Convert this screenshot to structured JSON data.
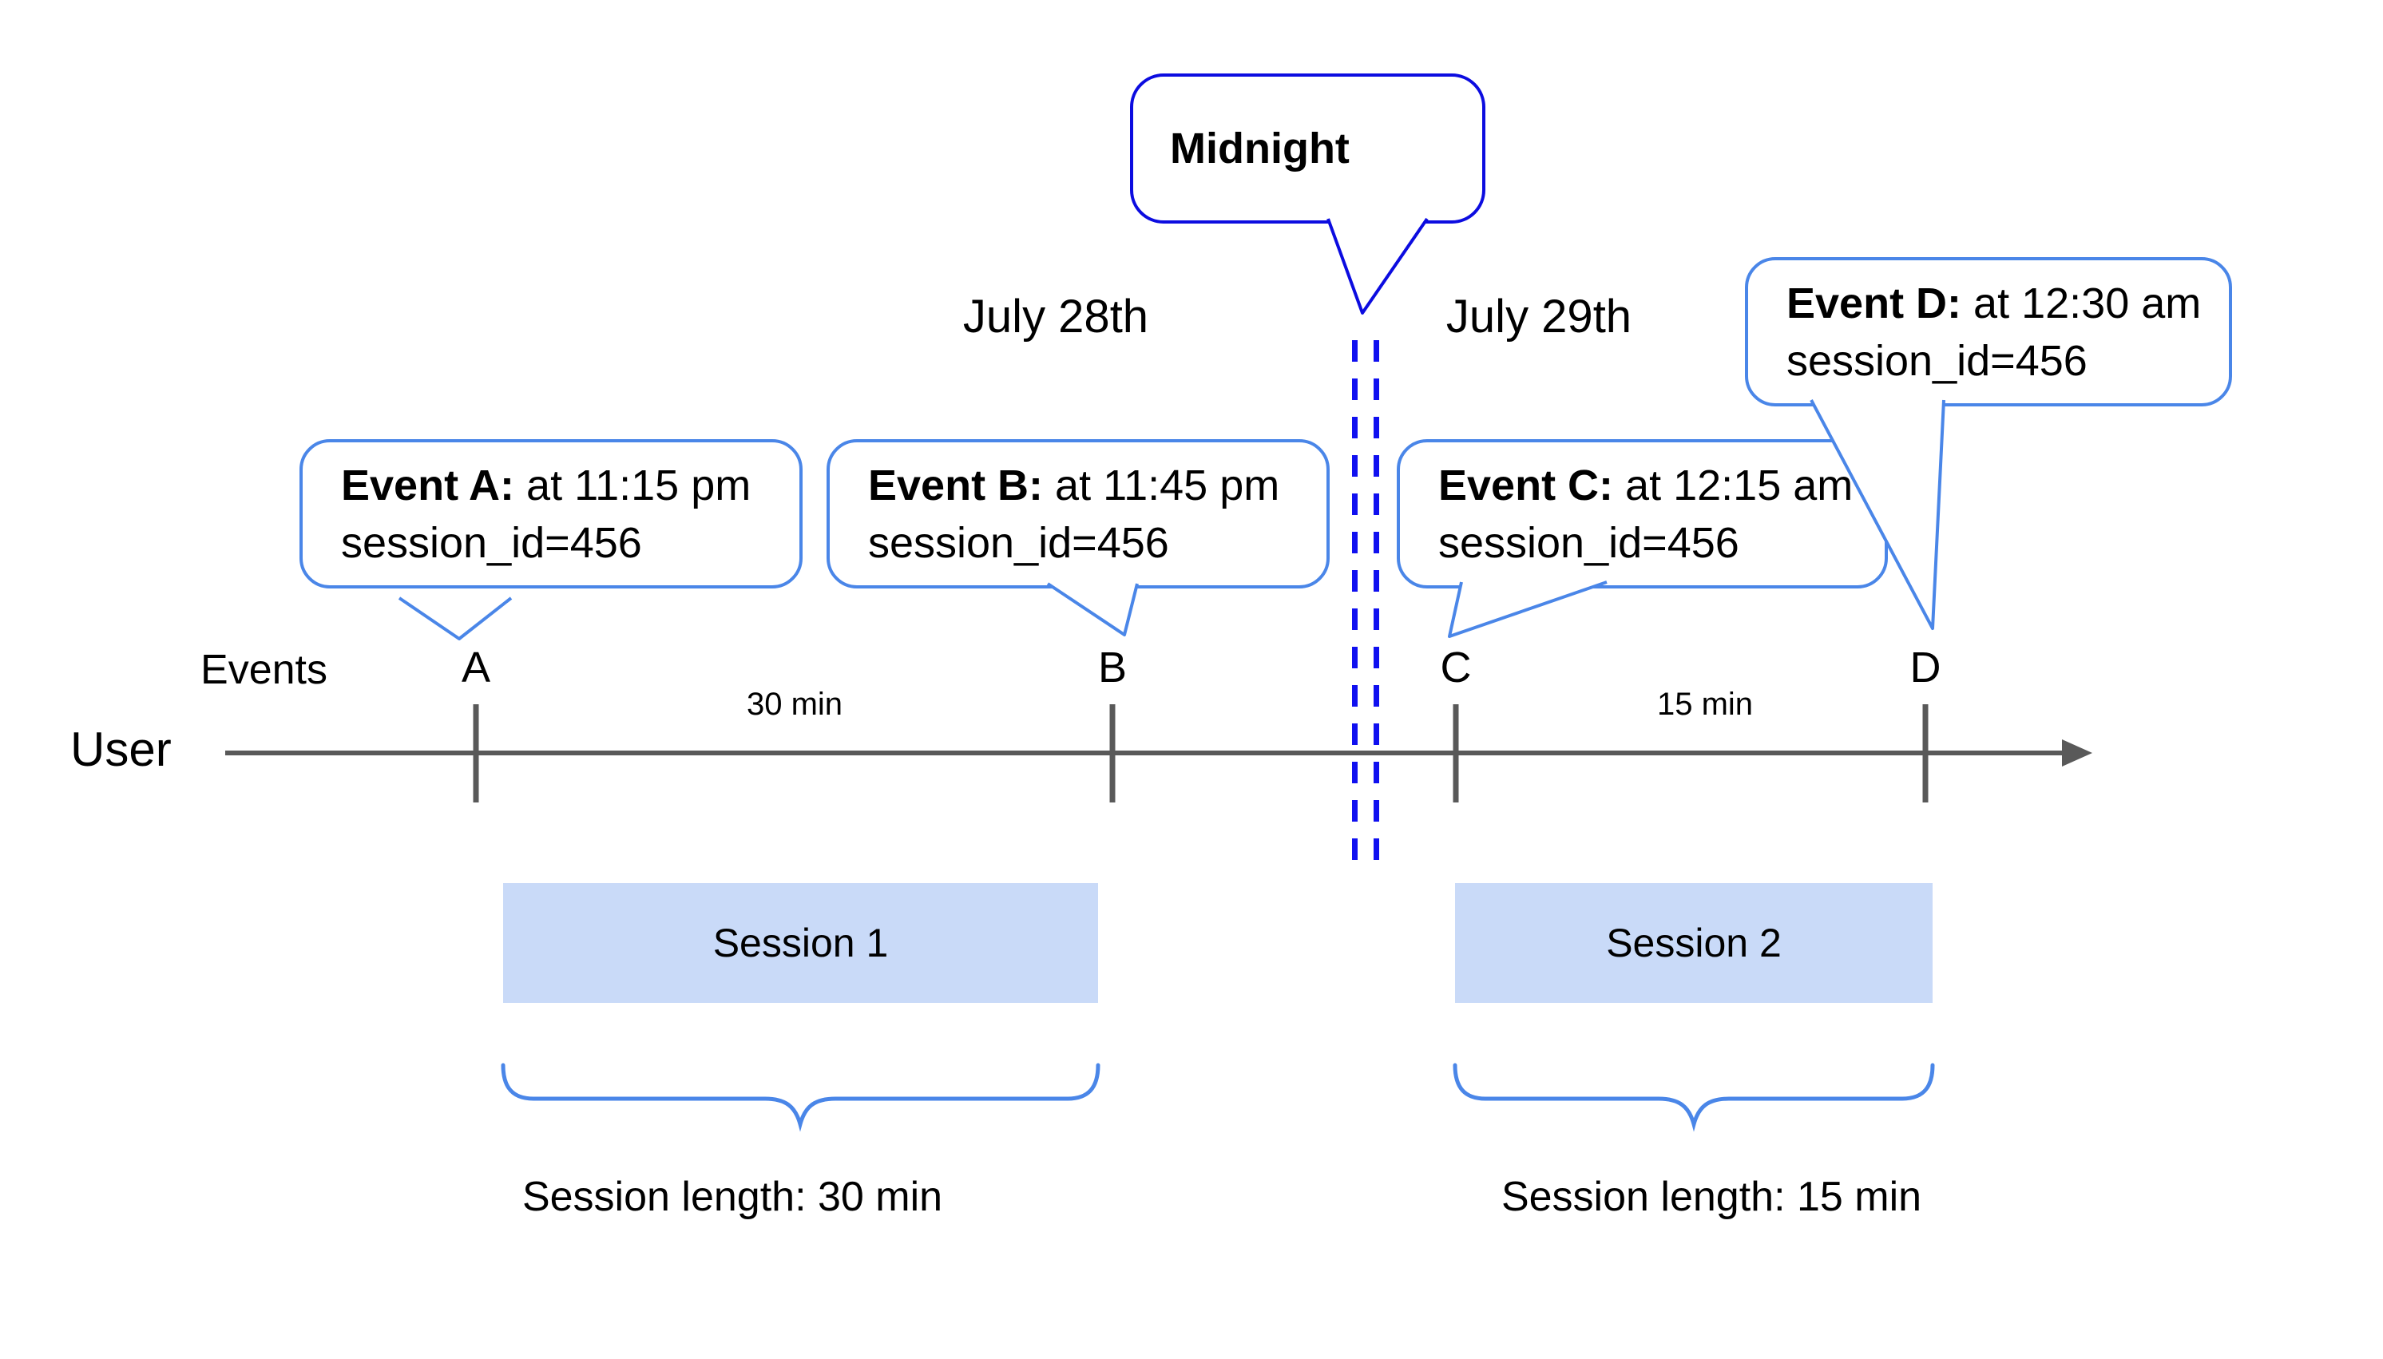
{
  "midnight_bubble": {
    "label": "Midnight"
  },
  "dates": {
    "left": "July 28th",
    "right": "July 29th"
  },
  "axis": {
    "events_label": "Events",
    "user_label": "User"
  },
  "ticks": [
    {
      "letter": "A"
    },
    {
      "letter": "B"
    },
    {
      "letter": "C"
    },
    {
      "letter": "D"
    }
  ],
  "gaps": [
    {
      "label": "30 min"
    },
    {
      "label": "15 min"
    }
  ],
  "events": [
    {
      "bold": "Event A:",
      "rest": " at 11:15 pm",
      "line2": "session_id=456"
    },
    {
      "bold": "Event B:",
      "rest": " at 11:45 pm",
      "line2": "session_id=456"
    },
    {
      "bold": "Event C:",
      "rest": " at 12:15 am",
      "line2": "session_id=456"
    },
    {
      "bold": "Event D:",
      "rest": " at 12:30 am",
      "line2": "session_id=456"
    }
  ],
  "sessions": [
    {
      "name": "Session 1",
      "length_label": "Session length: 30 min"
    },
    {
      "name": "Session 2",
      "length_label": "Session length: 15 min"
    }
  ],
  "colors": {
    "event_bubble_border": "#4a86e8",
    "midnight_bubble_border": "#0c0ce0",
    "midnight_dash": "#1010f0",
    "session_fill": "#c9daf8",
    "timeline_gray": "#595959",
    "text": "#000000"
  }
}
